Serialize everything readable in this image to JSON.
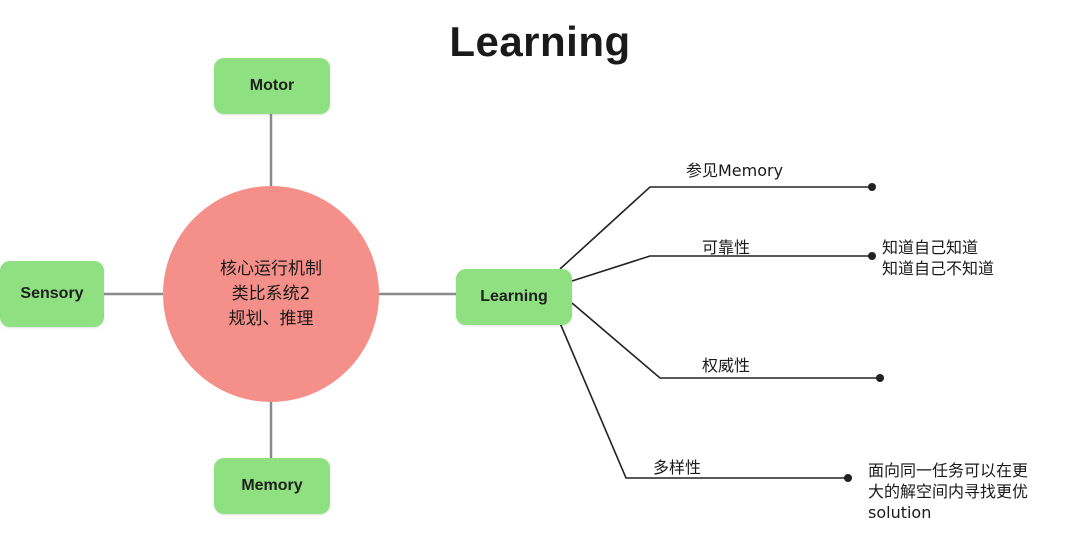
{
  "title": "Learning",
  "center": {
    "lines": [
      "核心运行机制",
      "类比系统2",
      "规划、推理"
    ]
  },
  "nodes": {
    "motor": "Motor",
    "sensory": "Sensory",
    "memory": "Memory",
    "learning": "Learning"
  },
  "branches": [
    {
      "label": "参见Memory",
      "notes": []
    },
    {
      "label": "可靠性",
      "notes": [
        "知道自己知道",
        "知道自己不知道"
      ]
    },
    {
      "label": "权威性",
      "notes": []
    },
    {
      "label": "多样性",
      "notes": [
        "面向同一任务可以在更",
        "大的解空间内寻找更优",
        "solution"
      ]
    }
  ],
  "colors": {
    "node_fill": "#8ee080",
    "center_fill": "#f58f89",
    "connector": "#8a8a8a",
    "branch_line": "#222222"
  }
}
